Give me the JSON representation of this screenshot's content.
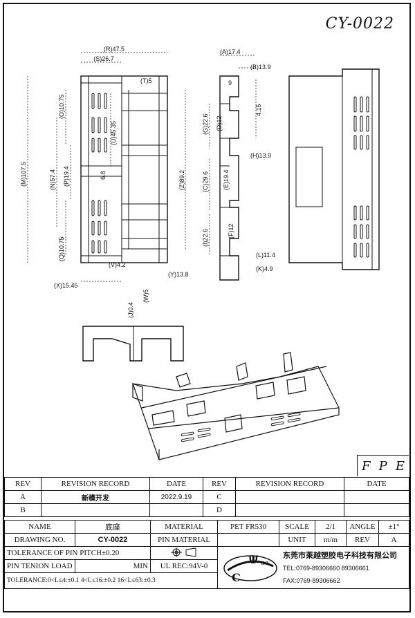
{
  "title": {
    "code": "CY-0022"
  },
  "fpe": [
    "F",
    "P",
    "E"
  ],
  "dimensions": {
    "R": "(R)47.5",
    "S": "(S)26.7",
    "T": "(T)5",
    "O": "(O)10.75",
    "U": "(U)45.35",
    "M": "(M)107.5",
    "N": "(N)57.4",
    "P": "(P)19.4",
    "six_eight": "6.8",
    "Q": "(Q)10.75",
    "Z": "(Z)89.2",
    "V": "(V)4.2",
    "Y": "(Y)13.8",
    "X": "(X)15.45",
    "W": "(W)5",
    "J": "(J)0.4",
    "A": "(A)17.4",
    "B": "(B)13.9",
    "nine": "9",
    "G": "(G)22.6",
    "D": "(D)12",
    "four15": "4.15",
    "H": "(H)13.9",
    "C": "(C)29.6",
    "E": "(E)19.4",
    "I": "(I)22.6",
    "F": "(F)12",
    "L": "(L)11.4",
    "K": "(K)4.9"
  },
  "revision": {
    "headers": [
      "REV",
      "REVISION RECORD",
      "DATE",
      "REV",
      "REVISION RECORD",
      "DATE"
    ],
    "rows": [
      {
        "rev": "A",
        "record": "新模开发",
        "date": "2022.9.19",
        "rev2": "C"
      },
      {
        "rev": "B",
        "record": "",
        "date": "",
        "rev2": "D"
      }
    ]
  },
  "info": {
    "name_label": "NAME",
    "name_value": "底座",
    "material_label": "MATERIAL",
    "material_value": "PET  FR530",
    "scale_label": "SCALE",
    "scale_value": "2/1",
    "angle_label": "ANGLE",
    "angle_value": "±1°",
    "drawing_label": "DRAWING NO.",
    "drawing_value": "CY-0022",
    "pin_material_label": "PIN MATERIAL",
    "unit_label": "UNIT",
    "unit_value": "m/m",
    "rev_label": "REV",
    "rev_value": "A",
    "tolerance_pitch": "TOLERANCE OF PIN PITCH±0.20",
    "pin_tension_label": "PIN TENION LOAD",
    "pin_tension_value": "MIN",
    "ul_rec": "UL REC:94V-0",
    "tolerance": "TOLERANCE:0<L≤4:±0.1   4<L≤16:±0.2   16<L≤63:±0.3"
  },
  "company": {
    "name": "东莞市莱越塑胶电子科技有限公司",
    "tel": "TEL:0769-89306660 89306661",
    "fax": "FAX:0769-89306662",
    "logo_letters": [
      "C",
      "Ψ",
      "ue"
    ]
  }
}
